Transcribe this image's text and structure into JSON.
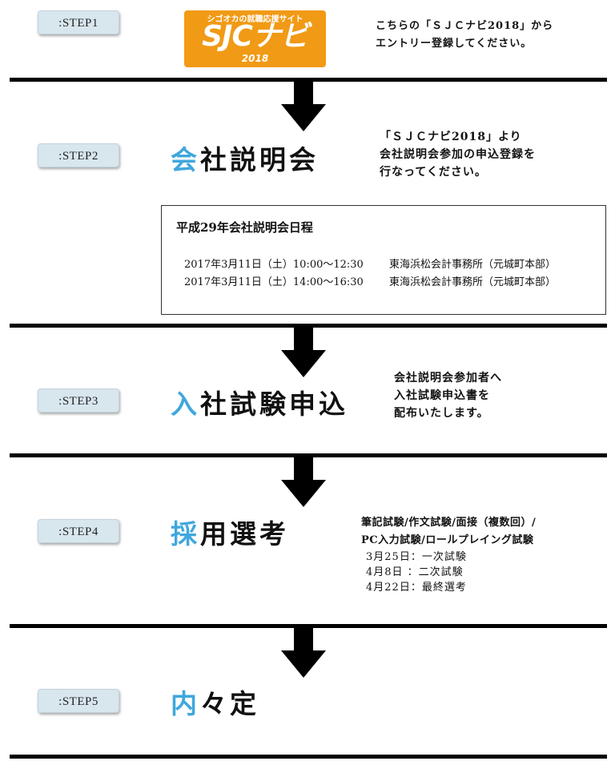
{
  "steps": [
    {
      "badge": ":STEP1"
    },
    {
      "badge": ":STEP2",
      "title_first": "会",
      "title_rest": "社説明会"
    },
    {
      "badge": ":STEP3",
      "title_first": "入",
      "title_rest": "社試験申込"
    },
    {
      "badge": ":STEP4",
      "title_first": "採",
      "title_rest": "用選考"
    },
    {
      "badge": ":STEP5",
      "title_first": "内",
      "title_rest": "々定"
    }
  ],
  "logo": {
    "tagline": "シゴオカの就職応援サイト",
    "main": "SJCナビ",
    "year": "2018"
  },
  "step1_desc": [
    "こちらの「ＳＪＣナビ2018」から",
    "エントリー登録してください。"
  ],
  "step2_desc": [
    "「ＳＪＣナビ2018」より",
    "会社説明会参加の申込登録を",
    "行なってください。"
  ],
  "schedule": {
    "title": "平成29年会社説明会日程",
    "rows": [
      {
        "date": "2017年3月11日（土）10:00～12:30",
        "place": "東海浜松会計事務所（元城町本部）"
      },
      {
        "date": "2017年3月11日（土）14:00～16:30",
        "place": "東海浜松会計事務所（元城町本部）"
      }
    ]
  },
  "step3_desc": [
    "会社説明会参加者へ",
    "入社試験申込書を",
    "配布いたします。"
  ],
  "step4_desc": [
    "筆記試験/作文試験/面接（複数回）/",
    "PC入力試験/ロールプレイング試験"
  ],
  "step4_schedule": [
    "3月25日：一次試験",
    "4月8日 ：二次試験",
    "4月22日：最終選考"
  ],
  "colors": {
    "accent": "#3fa7dd",
    "badge_bg": "#d8e6ee",
    "logo_bg": "#f19a15"
  }
}
